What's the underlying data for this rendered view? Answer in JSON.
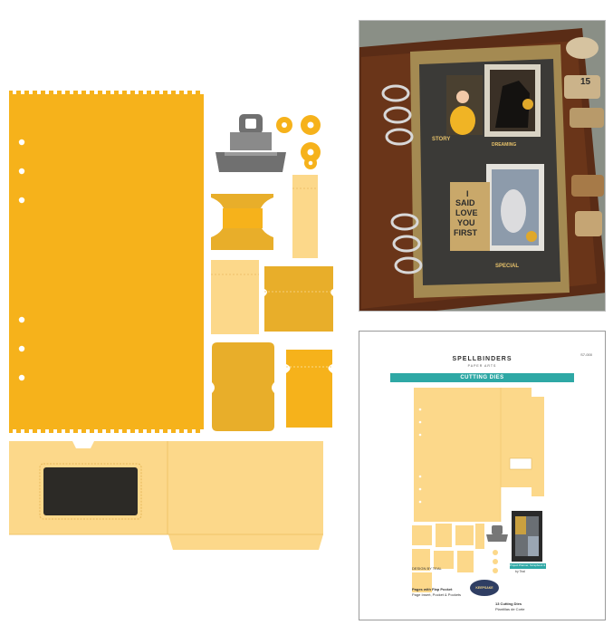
{
  "colors": {
    "page_yellow": "#f6b21b",
    "light_yellow": "#fcd88a",
    "mid_yellow": "#e8ae2a",
    "window": "#2c2a26",
    "clip_gray": "#707070",
    "teal_banner": "#2ea8a5",
    "planner_leather": "#5a2c16"
  },
  "photo": {
    "tag_lines": [
      "I",
      "SAID",
      "LOVE",
      "YOU",
      "FIRST"
    ],
    "story_word": "STORY",
    "dreaming_word": "DREAMING",
    "special_word": "SPECIAL",
    "side_number": "15"
  },
  "package": {
    "brand": "SPELLBINDERS",
    "brand_sub": "PAPER ARTS",
    "sku": "S7-000",
    "banner": "CUTTING DIES",
    "designer_line": "DESIGN BY TEAL",
    "product_name": "Pages with Flap Pocket",
    "product_name_2": "Page Insert, Pocket & Pockets",
    "count_line": "13 Cutting Dies",
    "count_line_2": "Plantillas de Corte",
    "keepsake": "KEEPSAKE",
    "right_note": "Project Planner, Scrapbook & Journal",
    "right_note_2": "by Teal"
  }
}
